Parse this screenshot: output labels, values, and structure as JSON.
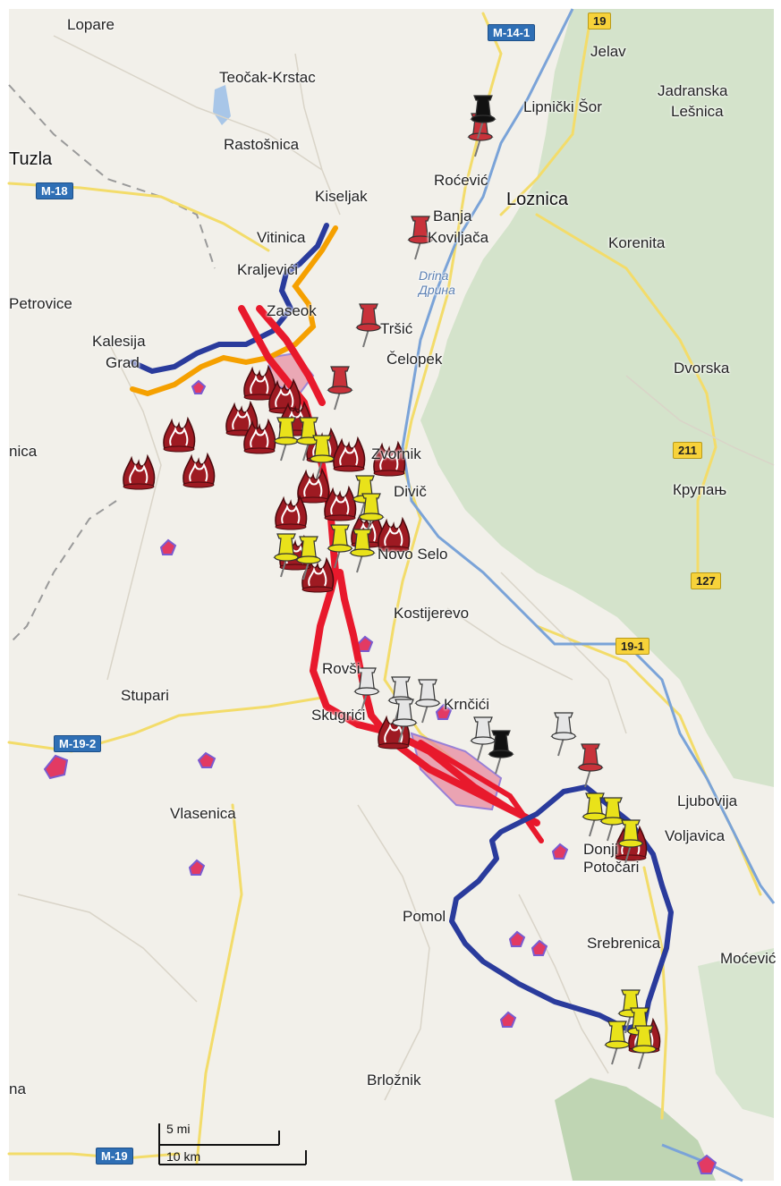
{
  "places": [
    {
      "id": "lopare",
      "label": "Lopare"
    },
    {
      "id": "teocak",
      "label": "Teočak-Krstac"
    },
    {
      "id": "jelav",
      "label": "Jelav"
    },
    {
      "id": "lipnicki",
      "label": "Lipnički Šor"
    },
    {
      "id": "jadranska",
      "label": "Jadranska"
    },
    {
      "id": "lesnica",
      "label": "Lešnica"
    },
    {
      "id": "rastosnica",
      "label": "Rastošnica"
    },
    {
      "id": "tuzla",
      "label": "Tuzla"
    },
    {
      "id": "rocevic",
      "label": "Roćević"
    },
    {
      "id": "loznica",
      "label": "Loznica"
    },
    {
      "id": "kiseljak",
      "label": "Kiseljak"
    },
    {
      "id": "banja",
      "label": "Banja"
    },
    {
      "id": "koviljaca",
      "label": "Koviljača"
    },
    {
      "id": "vitinica",
      "label": "Vitinica"
    },
    {
      "id": "korenita",
      "label": "Korenita"
    },
    {
      "id": "kraljevici",
      "label": "Kraljevići"
    },
    {
      "id": "drina_lat",
      "label": "Drina"
    },
    {
      "id": "drina_cyr",
      "label": "Дрина"
    },
    {
      "id": "petrovice",
      "label": "Petrovice"
    },
    {
      "id": "zaseok",
      "label": "Zaseok"
    },
    {
      "id": "trsic",
      "label": "Tršić"
    },
    {
      "id": "kalesija",
      "label": "Kalesija"
    },
    {
      "id": "grad",
      "label": "Grad"
    },
    {
      "id": "celopek",
      "label": "Čelopek"
    },
    {
      "id": "dvorska",
      "label": "Dvorska"
    },
    {
      "id": "zvornik",
      "label": "Zvornik"
    },
    {
      "id": "divic",
      "label": "Divič"
    },
    {
      "id": "krupanj",
      "label": "Крупањ"
    },
    {
      "id": "novo_selo",
      "label": "Novo Selo"
    },
    {
      "id": "kostijerevo",
      "label": "Kostijerevo"
    },
    {
      "id": "rovsi",
      "label": "Rovši"
    },
    {
      "id": "stupari",
      "label": "Stupari"
    },
    {
      "id": "skugrici",
      "label": "Skugrići"
    },
    {
      "id": "krncici",
      "label": "Krnčići"
    },
    {
      "id": "ljubovija",
      "label": "Ljubovija"
    },
    {
      "id": "vlasenica",
      "label": "Vlasenica"
    },
    {
      "id": "voljavica",
      "label": "Voljavica"
    },
    {
      "id": "donji",
      "label": "Donji"
    },
    {
      "id": "potocari",
      "label": "Potočari"
    },
    {
      "id": "pomol",
      "label": "Pomol"
    },
    {
      "id": "srebrenica",
      "label": "Srebrenica"
    },
    {
      "id": "mocevic",
      "label": "Moćević"
    },
    {
      "id": "brloznik",
      "label": "Brložnik"
    },
    {
      "id": "nica_w",
      "label": "nica"
    },
    {
      "id": "na_w",
      "label": "na"
    }
  ],
  "road_shields": [
    {
      "id": "r19",
      "label": "19",
      "color": "yellow"
    },
    {
      "id": "m141",
      "label": "M-14-1",
      "color": "blue"
    },
    {
      "id": "m18",
      "label": "M-18",
      "color": "blue"
    },
    {
      "id": "r211",
      "label": "211",
      "color": "yellow"
    },
    {
      "id": "r127",
      "label": "127",
      "color": "yellow"
    },
    {
      "id": "r191",
      "label": "19-1",
      "color": "yellow"
    },
    {
      "id": "m192",
      "label": "M-19-2",
      "color": "blue"
    },
    {
      "id": "m19",
      "label": "M-19",
      "color": "blue"
    }
  ],
  "scale": {
    "miles": "5 mi",
    "km": "10 km"
  },
  "colors": {
    "route_red": "#e8192c",
    "route_blue": "#2a3b9c",
    "route_orange": "#f5a000",
    "pin_red": "#c8323a",
    "pin_yellow": "#e9e21a",
    "pin_white": "#e6e6e6",
    "pin_black": "#111111",
    "fire": "#9e1a22",
    "massgrave": "#e23a63",
    "land": "#f2f0ea",
    "forest": "#cfe0c6",
    "river": "#7aa3d8"
  },
  "icons": {
    "pin": "pushpin-icon",
    "fire": "fire-icon",
    "site": "site-marker-icon"
  }
}
